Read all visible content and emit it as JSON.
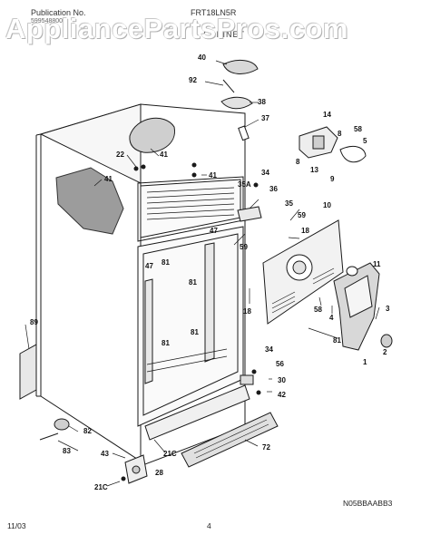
{
  "header": {
    "publication_label": "Publication No.",
    "publication_number": "5995488003",
    "model": "FRT18LN5R",
    "section_title": "CABINET"
  },
  "watermark": "AppliancePartsPros.com",
  "footer": {
    "code": "N05BBAABB3",
    "date": "11/03",
    "page": "4"
  },
  "callouts": {
    "c40": "40",
    "c92": "92",
    "c38": "38",
    "c37": "37",
    "c14": "14",
    "c58a": "58",
    "c8a": "8",
    "c5": "5",
    "c8b": "8",
    "c13": "13",
    "c9": "9",
    "c22": "22",
    "c41a": "41",
    "c41b": "41",
    "c41c": "41",
    "c34a": "34",
    "c36": "36",
    "c35A": "35A",
    "c35": "35",
    "c10": "10",
    "c59a": "59",
    "c59b": "59",
    "c18a": "18",
    "c47a": "47",
    "c47b": "47",
    "c81a": "81",
    "c81b": "81",
    "c81c": "81",
    "c81d": "81",
    "c81e": "81",
    "c11": "11",
    "c58b": "58",
    "c18b": "18",
    "c4": "4",
    "c3": "3",
    "c2": "2",
    "c1": "1",
    "c89": "89",
    "c34b": "34",
    "c56": "56",
    "c30": "30",
    "c42": "42",
    "c82": "82",
    "c83": "83",
    "c43": "43",
    "c21Ca": "21C",
    "c72": "72",
    "c28": "28",
    "c21Cb": "21C"
  },
  "colors": {
    "line": "#1a1a1a",
    "shade": "#cfcfcf",
    "foam": "#9c9c9c"
  }
}
